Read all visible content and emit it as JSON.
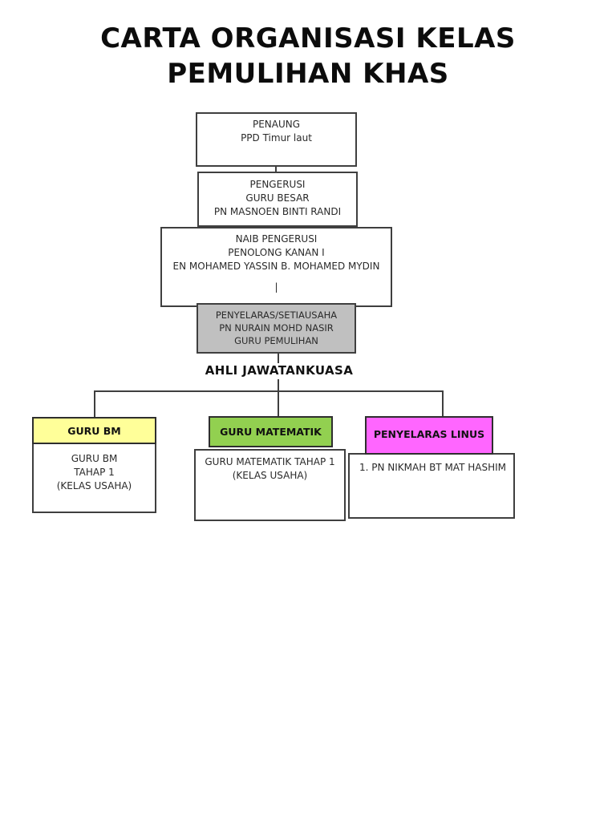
{
  "title": {
    "line1": "CARTA ORGANISASI KELAS",
    "line2": "PEMULIHAN KHAS"
  },
  "chart": {
    "penaung": {
      "role": "PENAUNG",
      "unit": "PPD Timur laut"
    },
    "pengerusi": {
      "role": "PENGERUSI",
      "position": "GURU BESAR",
      "name": "PN MASNOEN BINTI RANDI"
    },
    "naib_pengerusi": {
      "role": "NAIB PENGERUSI",
      "position": "PENOLONG KANAN I",
      "name": "EN MOHAMED YASSIN B. MOHAMED MYDIN",
      "divider": "|"
    },
    "penyelaras_setiausaha": {
      "role": "PENYELARAS/SETIAUSAHA",
      "name": "PN NURAIN MOHD NASIR",
      "position": "GURU PEMULIHAN",
      "fill": "#c0c0c0"
    },
    "committee_heading": "AHLI JAWATANKUASA",
    "columns": [
      {
        "header": "GURU BM",
        "header_fill": "#ffff99",
        "body_lines": [
          "GURU BM",
          "TAHAP 1",
          "(KELAS USAHA)"
        ]
      },
      {
        "header": "GURU MATEMATIK",
        "header_fill": "#92d050",
        "body_lines": [
          "GURU MATEMATIK TAHAP 1",
          "(KELAS USAHA)"
        ]
      },
      {
        "header": "PENYELARAS LINUS",
        "header_fill": "#ff66ff",
        "body_lines": [
          "1. PN NIKMAH BT MAT HASHIM"
        ]
      }
    ]
  },
  "colors": {
    "page_bg": "#ffffff",
    "box_border": "#3f3f3f",
    "connector": "#3f3f3f",
    "gray_box": "#c0c0c0",
    "yellow_header": "#ffff99",
    "green_header": "#92d050",
    "magenta_header": "#ff66ff",
    "title_text": "#0c0c0c",
    "body_text": "#2a2a2a"
  }
}
